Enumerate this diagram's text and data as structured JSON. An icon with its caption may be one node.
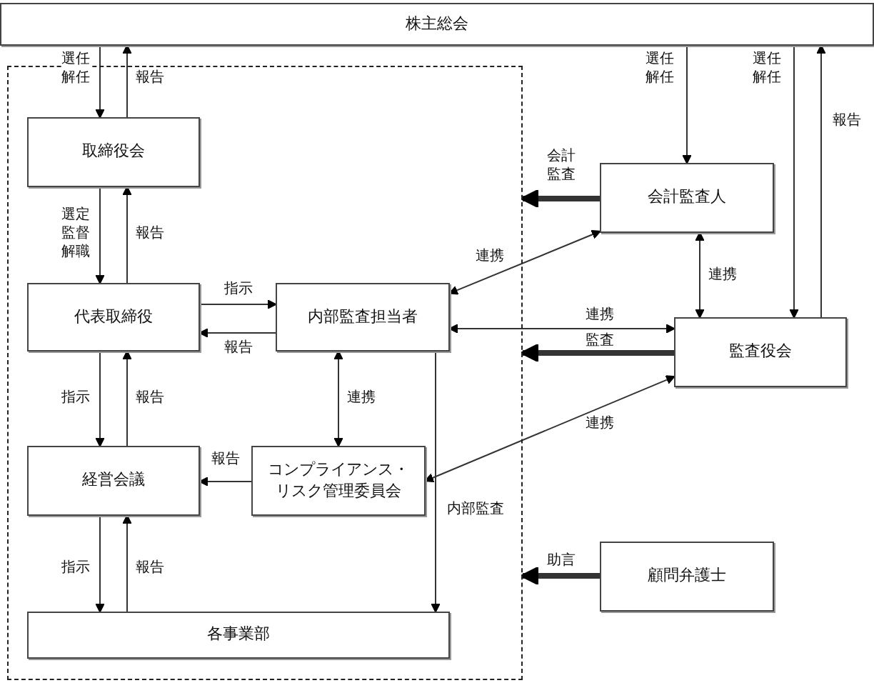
{
  "diagram": {
    "nodes": [
      {
        "text": [
          "株主総会"
        ]
      },
      {
        "text": [],
        "shape": "box"
      },
      {
        "text": [
          "取締役会"
        ],
        "in": 1
      },
      {
        "text": [
          "代表取締役"
        ],
        "in": 1
      },
      {
        "text": [
          "内部監査担当者"
        ],
        "in": 1
      },
      {
        "text": [
          "経営会議"
        ],
        "in": 1
      },
      {
        "text": [
          "コンプライアンス・リスク管理委員会"
        ],
        "in": 1
      },
      {
        "text": [
          "各事業部"
        ],
        "in": 1
      },
      {
        "text": [
          "会計監査人"
        ]
      },
      {
        "text": [
          "監査役会"
        ]
      },
      {
        "text": [
          "顧問弁護士"
        ]
      }
    ],
    "edges": [
      {
        "from": 0,
        "to": 2,
        "arrow": "to",
        "label": "選任解任"
      },
      {
        "from": 2,
        "to": 0,
        "arrow": "to",
        "label": "報告"
      },
      {
        "from": 2,
        "to": 3,
        "arrow": "to",
        "label": "選定監督解職"
      },
      {
        "from": 3,
        "to": 2,
        "arrow": "to",
        "label": "報告"
      },
      {
        "from": 3,
        "to": 4,
        "arrow": "to",
        "label": "指示"
      },
      {
        "from": 4,
        "to": 3,
        "arrow": "to",
        "label": "報告"
      },
      {
        "from": 3,
        "to": 5,
        "arrow": "to",
        "label": "指示"
      },
      {
        "from": 5,
        "to": 3,
        "arrow": "to",
        "label": "報告"
      },
      {
        "from": 4,
        "to": 6,
        "arrow": "both",
        "label": "連携"
      },
      {
        "from": 6,
        "to": 5,
        "arrow": "to",
        "label": "報告"
      },
      {
        "from": 5,
        "to": 7,
        "arrow": "to",
        "label": "指示"
      },
      {
        "from": 7,
        "to": 5,
        "arrow": "to",
        "label": "報告"
      },
      {
        "from": 4,
        "to": 7,
        "arrow": "to",
        "label": "内部監査"
      },
      {
        "from": 0,
        "to": 8,
        "arrow": "to",
        "label": "選任解任"
      },
      {
        "from": 0,
        "to": 9,
        "arrow": "to",
        "label": "選任解任"
      },
      {
        "from": 9,
        "to": 0,
        "arrow": "to",
        "label": "報告"
      },
      {
        "from": 8,
        "to": 4,
        "arrow": "both",
        "label": "連携"
      },
      {
        "from": 8,
        "to": 9,
        "arrow": "both",
        "label": "連携"
      },
      {
        "from": 4,
        "to": 9,
        "arrow": "both",
        "label": "連携"
      },
      {
        "from": 9,
        "to": 6,
        "arrow": "both",
        "label": "連携"
      },
      {
        "from": 8,
        "to": 1,
        "arrow": "to",
        "label": "会計監査",
        "style": "thick"
      },
      {
        "from": 9,
        "to": 1,
        "arrow": "to",
        "label": "監査",
        "style": "thick"
      },
      {
        "from": 10,
        "to": 1,
        "arrow": "to",
        "label": "助言",
        "style": "thick"
      }
    ]
  }
}
